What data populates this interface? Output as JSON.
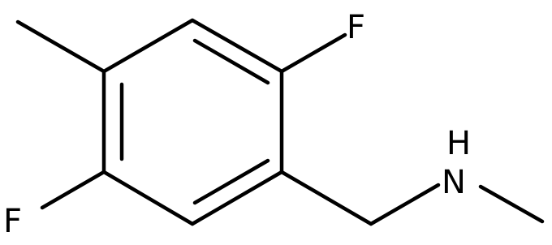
{
  "molecule": {
    "atoms": {
      "fluorine_top": "F",
      "fluorine_bottom": "F",
      "nitrogen": "N",
      "amine_hydrogen": "H"
    }
  }
}
